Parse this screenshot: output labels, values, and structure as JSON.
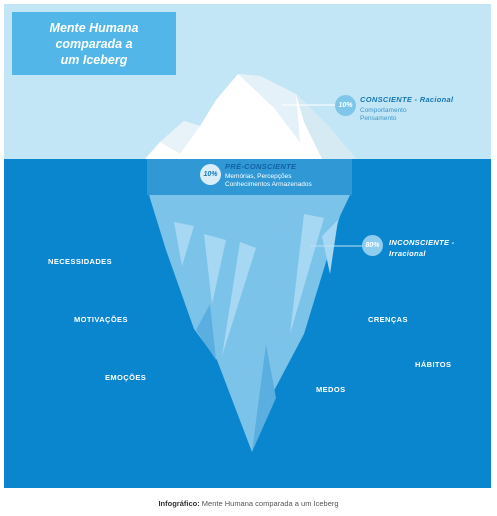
{
  "title": "Mente Humana\ncomparada a\num Iceberg",
  "levels": [
    {
      "percent": "10%",
      "title": "CONSCIENTE - Racional",
      "description": "Comportamento\nPensamento"
    },
    {
      "percent": "10%",
      "title": "PRÉ-CONSCIENTE",
      "description": "Memórias, Percepções\nConhecimentos Armazenados"
    },
    {
      "percent": "80%",
      "title": "INCONSCIENTE -\nIrracional",
      "description": ""
    }
  ],
  "words": [
    "NECESSIDADES",
    "MOTIVAÇÕES",
    "EMOÇÕES",
    "CRENÇAS",
    "HÁBITOS",
    "MEDOS"
  ],
  "caption": {
    "label": "Infográfico:",
    "text": "Mente Humana comparada a um Iceberg"
  },
  "colors": {
    "sky": "#c2e6f6",
    "sea": "#0a86cf",
    "title_box": "#52b7e8",
    "text_dark_blue": "#1777b5"
  }
}
